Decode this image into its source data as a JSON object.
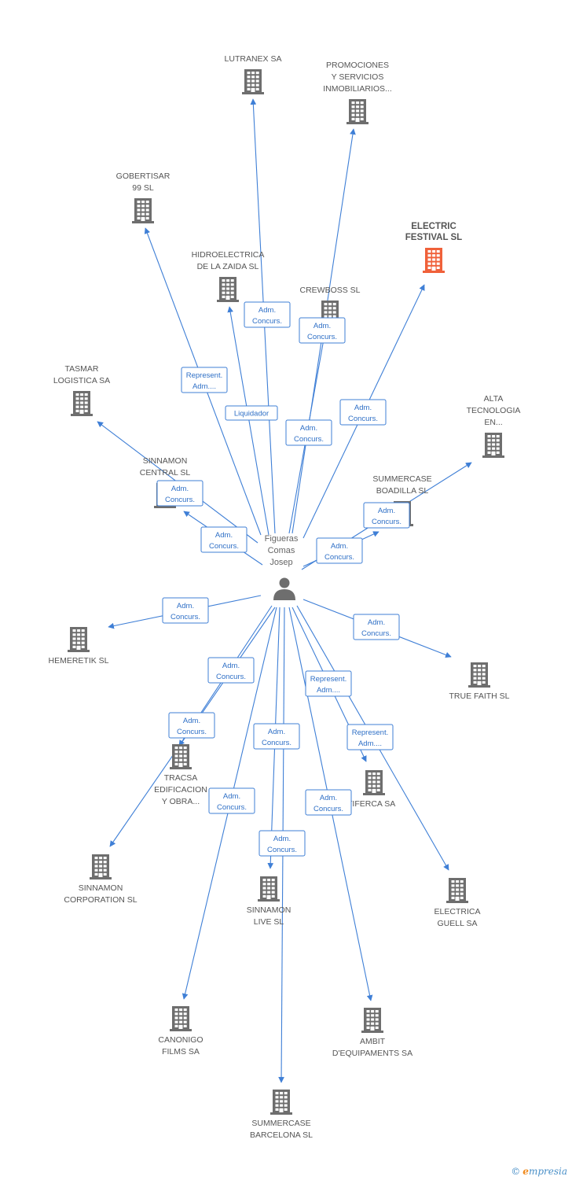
{
  "center": {
    "label_lines": [
      "Figueras",
      "Comas",
      "Josep"
    ],
    "icon": "person-icon"
  },
  "colors": {
    "edge": "#3f7fd6",
    "building": "#6e6e6e",
    "highlight": "#f0613a"
  },
  "companies": [
    {
      "id": "lutranex",
      "lines": [
        "LUTRANEX SA"
      ],
      "highlight": false
    },
    {
      "id": "promociones",
      "lines": [
        "PROMOCIONES",
        "Y SERVICIOS",
        "INMOBILIARIOS..."
      ],
      "highlight": false
    },
    {
      "id": "gobertisar",
      "lines": [
        "GOBERTISAR",
        "99  SL"
      ],
      "highlight": false
    },
    {
      "id": "electric-festival",
      "lines": [
        "ELECTRIC",
        "FESTIVAL SL"
      ],
      "highlight": true
    },
    {
      "id": "hidroelectrica",
      "lines": [
        "HIDROELECTRICA",
        "DE LA ZAIDA SL"
      ],
      "highlight": false
    },
    {
      "id": "crewboss",
      "lines": [
        "CREWBOSS SL"
      ],
      "highlight": false
    },
    {
      "id": "tasmar",
      "lines": [
        "TASMAR",
        "LOGISTICA SA"
      ],
      "highlight": false
    },
    {
      "id": "alta-tecnologia",
      "lines": [
        "ALTA",
        "TECNOLOGIA",
        "EN..."
      ],
      "highlight": false
    },
    {
      "id": "sinnamon-central",
      "lines": [
        "SINNAMON",
        "CENTRAL SL"
      ],
      "highlight": false
    },
    {
      "id": "summercase-boadilla",
      "lines": [
        "SUMMERCASE",
        "BOADILLA SL"
      ],
      "highlight": false
    },
    {
      "id": "hemeretik",
      "lines": [
        "HEMERETIK SL"
      ],
      "highlight": false
    },
    {
      "id": "true-faith",
      "lines": [
        "TRUE FAITH SL"
      ],
      "highlight": false
    },
    {
      "id": "tracsa",
      "lines": [
        "TRACSA",
        "EDIFICACION",
        "Y OBRA..."
      ],
      "highlight": false
    },
    {
      "id": "tiferca",
      "lines": [
        "TIFERCA SA"
      ],
      "highlight": false
    },
    {
      "id": "sinnamon-corporation",
      "lines": [
        "SINNAMON",
        "CORPORATION SL"
      ],
      "highlight": false
    },
    {
      "id": "sinnamon-live",
      "lines": [
        "SINNAMON",
        "LIVE SL"
      ],
      "highlight": false
    },
    {
      "id": "electrica-guell",
      "lines": [
        "ELECTRICA",
        "GUELL SA"
      ],
      "highlight": false
    },
    {
      "id": "canonigo",
      "lines": [
        "CANONIGO",
        "FILMS SA"
      ],
      "highlight": false
    },
    {
      "id": "ambit",
      "lines": [
        "AMBIT",
        "D'EQUIPAMENTS SA"
      ],
      "highlight": false
    },
    {
      "id": "summercase-barcelona",
      "lines": [
        "SUMMERCASE",
        "BARCELONA SL"
      ],
      "highlight": false
    }
  ],
  "relations": [
    {
      "target": "lutranex",
      "lines": [
        "Adm.",
        "Concurs."
      ]
    },
    {
      "target": "promociones",
      "lines": [
        "Adm.",
        "Concurs."
      ]
    },
    {
      "target": "gobertisar",
      "lines": [
        "Represent.",
        "Adm...."
      ]
    },
    {
      "target": "electric-festival",
      "lines": [
        "Adm.",
        "Concurs."
      ]
    },
    {
      "target": "hidroelectrica",
      "lines": [
        "Liquidador"
      ]
    },
    {
      "target": "crewboss",
      "lines": [
        "Adm.",
        "Concurs."
      ]
    },
    {
      "target": "tasmar",
      "lines": [
        "Adm.",
        "Concurs."
      ]
    },
    {
      "target": "alta-tecnologia",
      "lines": [
        "Adm.",
        "Concurs."
      ]
    },
    {
      "target": "sinnamon-central",
      "lines": [
        "Adm.",
        "Concurs."
      ]
    },
    {
      "target": "summercase-boadilla",
      "lines": [
        "Adm.",
        "Concurs."
      ]
    },
    {
      "target": "hemeretik",
      "lines": [
        "Adm.",
        "Concurs."
      ]
    },
    {
      "target": "true-faith",
      "lines": [
        "Adm.",
        "Concurs."
      ]
    },
    {
      "target": "tracsa",
      "lines": [
        "Adm.",
        "Concurs."
      ]
    },
    {
      "target": "tiferca",
      "lines": [
        "Represent.",
        "Adm...."
      ]
    },
    {
      "target": "sinnamon-corporation",
      "lines": [
        "Adm.",
        "Concurs."
      ]
    },
    {
      "target": "sinnamon-live",
      "lines": [
        "Adm.",
        "Concurs."
      ]
    },
    {
      "target": "electrica-guell",
      "lines": [
        "Represent.",
        "Adm...."
      ]
    },
    {
      "target": "canonigo",
      "lines": [
        "Adm.",
        "Concurs."
      ]
    },
    {
      "target": "ambit",
      "lines": [
        "Adm.",
        "Concurs."
      ]
    },
    {
      "target": "summercase-barcelona",
      "lines": [
        "Adm.",
        "Concurs."
      ]
    }
  ],
  "footer": {
    "copyright": "©",
    "brand_first": "e",
    "brand_rest": "mpresia"
  }
}
